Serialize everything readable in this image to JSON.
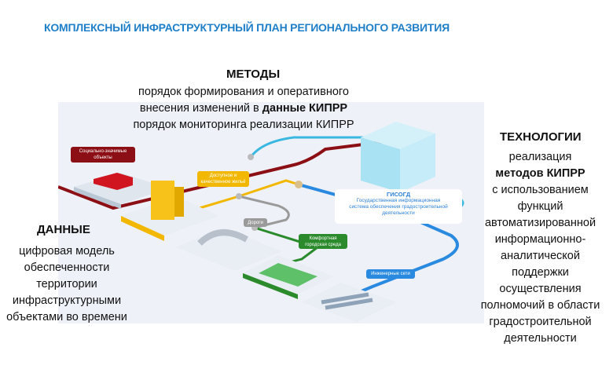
{
  "title": "КОМПЛЕКСНЫЙ ИНФРАСТРУКТУРНЫЙ ПЛАН РЕГИОНАЛЬНОГО РАЗВИТИЯ",
  "methods": {
    "heading": "МЕТОДЫ",
    "line1": "порядок формирования и оперативного",
    "line2_pre": "внесения изменений в ",
    "line2_bold": "данные КИПРР",
    "line3": "порядок мониторинга реализации КИПРР"
  },
  "tech": {
    "heading": "ТЕХНОЛОГИИ",
    "lines": [
      "реализация",
      "методов КИПРР",
      "с использованием",
      "функций",
      "автоматизированной",
      "информационно-",
      "аналитической",
      "поддержки",
      "осуществления",
      "полномочий в области",
      "градостроительной",
      "деятельности"
    ]
  },
  "data_block": {
    "heading": "ДАННЫЕ",
    "lines": [
      "цифровая модель",
      "обеспеченности",
      "территории",
      "инфраструктурными",
      "объектами во времени"
    ]
  },
  "diagram": {
    "social": "Социально-значимые объекты",
    "housing": "Доступное и качественное жильё",
    "roads": "Дороги",
    "comfort": "Комфортная городская среда",
    "networks": "Инженерные сети",
    "gisogd_title": "ГИСОГД",
    "gisogd_text": "Государственная информационная система обеспечения градостроительной деятельности"
  },
  "colors": {
    "title": "#1f7fc8",
    "social": "#8b0f14",
    "housing": "#f2b800",
    "roads": "#9a9a9a",
    "comfort": "#2b8a2b",
    "networks": "#2a8ae0",
    "gisogd": "#2a7fd4"
  }
}
